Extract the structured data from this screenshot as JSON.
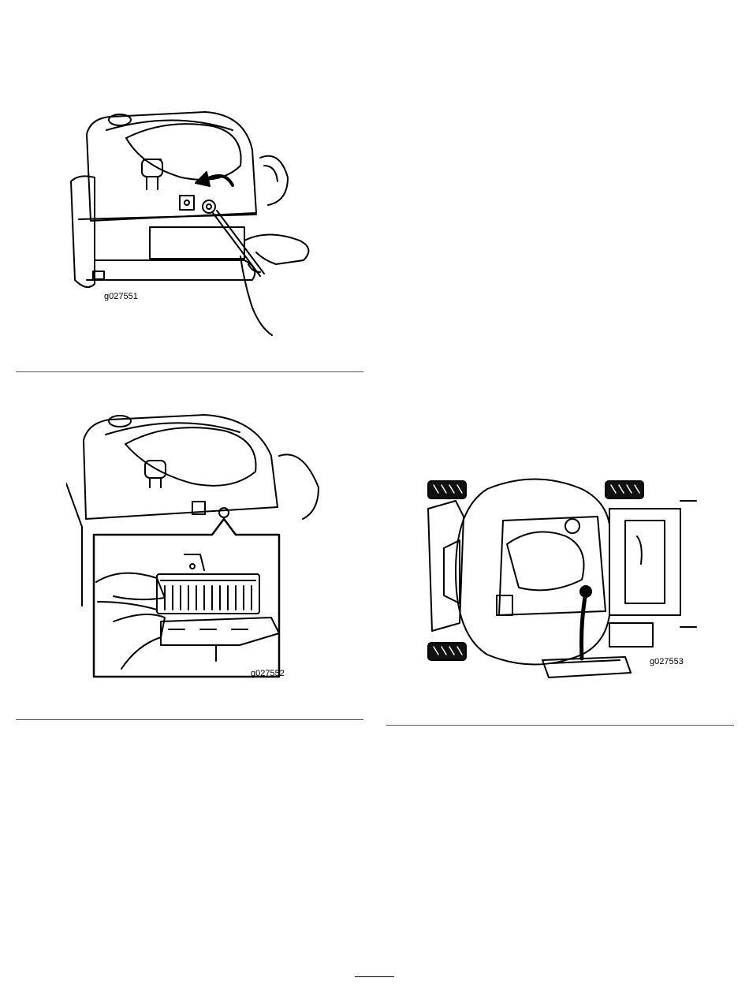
{
  "figures": [
    {
      "code": "g027551"
    },
    {
      "code": "g027552"
    },
    {
      "code": "g027553"
    }
  ]
}
